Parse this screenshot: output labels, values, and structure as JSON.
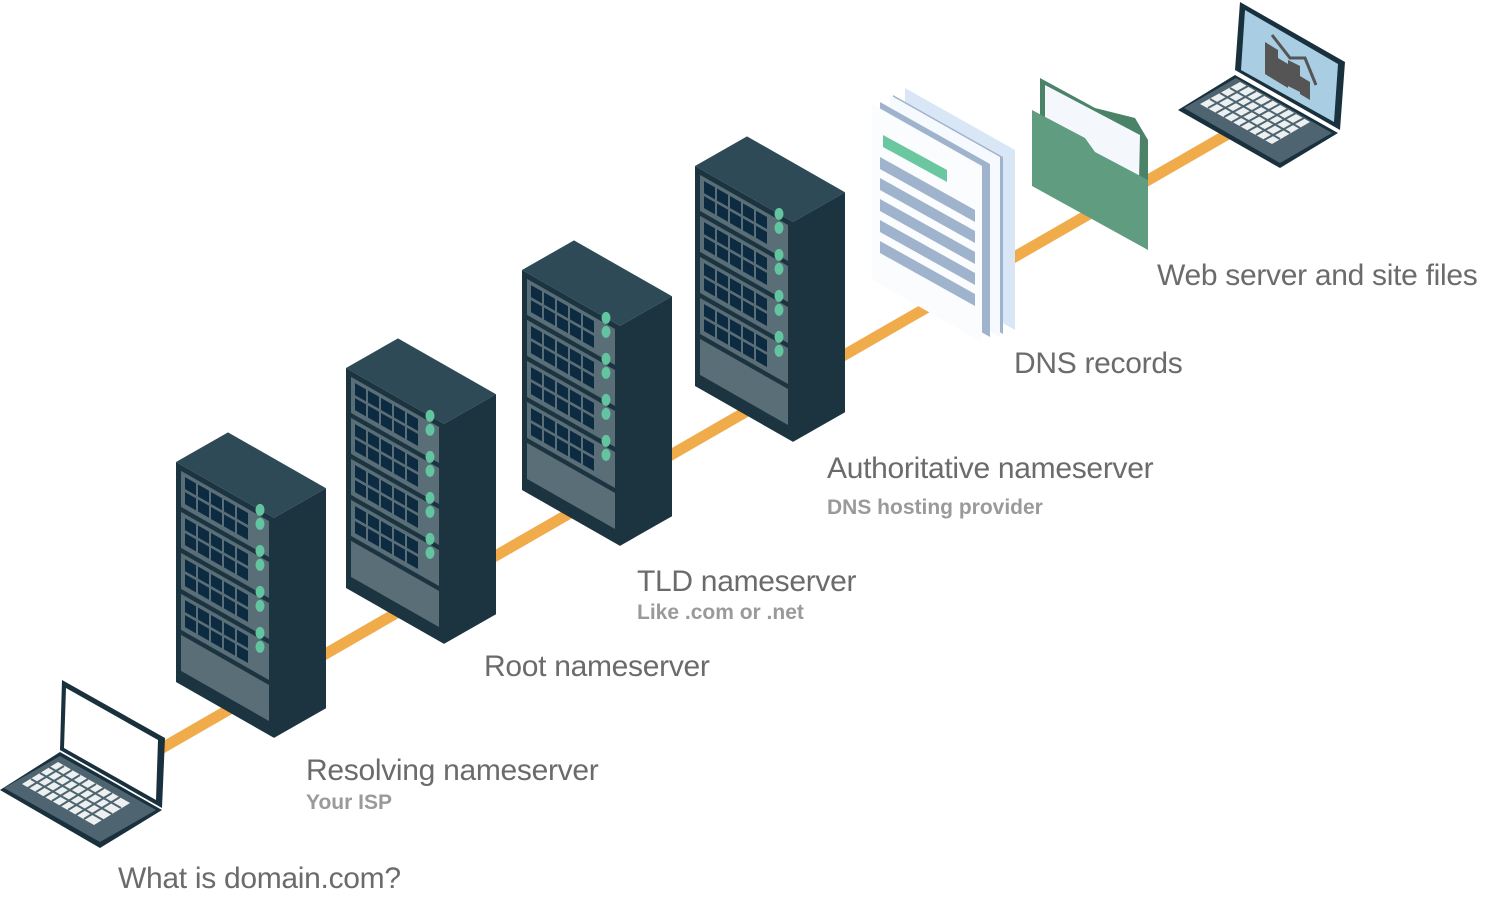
{
  "diagram": {
    "title": "DNS resolution flow",
    "colors": {
      "connector": "#f0ab4a",
      "server_top": "#2e4a57",
      "server_front": "#5a6e78",
      "server_side": "#1b3440",
      "server_grid": "#0c2a40",
      "server_led": "#63c4a0",
      "laptop_body": "#4e6470",
      "laptop_outline": "#19303d",
      "folder": "#5f9c80",
      "doc_line": "#9fb4cc",
      "doc_highlight": "#6ac79f",
      "text_primary": "#6b6b6b",
      "text_secondary": "#9a9a9a"
    },
    "nodes": [
      {
        "id": "client",
        "icon": "laptop-icon",
        "label": "What is domain.com?",
        "sublabel": ""
      },
      {
        "id": "resolver",
        "icon": "server-rack-icon",
        "label": "Resolving nameserver",
        "sublabel": "Your ISP"
      },
      {
        "id": "root",
        "icon": "server-rack-icon",
        "label": "Root nameserver",
        "sublabel": ""
      },
      {
        "id": "tld",
        "icon": "server-rack-icon",
        "label": "TLD nameserver",
        "sublabel": "Like .com or .net"
      },
      {
        "id": "authoritative",
        "icon": "server-rack-icon",
        "label": "Authoritative nameserver",
        "sublabel": "DNS hosting provider"
      },
      {
        "id": "records",
        "icon": "document-stack-icon",
        "label": "DNS records",
        "sublabel": ""
      },
      {
        "id": "webserver",
        "icon": "laptop-chart-icon",
        "label": "Web server and site files",
        "sublabel": ""
      }
    ],
    "edges": [
      [
        "client",
        "resolver"
      ],
      [
        "resolver",
        "root"
      ],
      [
        "root",
        "tld"
      ],
      [
        "tld",
        "authoritative"
      ],
      [
        "authoritative",
        "records"
      ],
      [
        "records",
        "webserver"
      ]
    ]
  }
}
